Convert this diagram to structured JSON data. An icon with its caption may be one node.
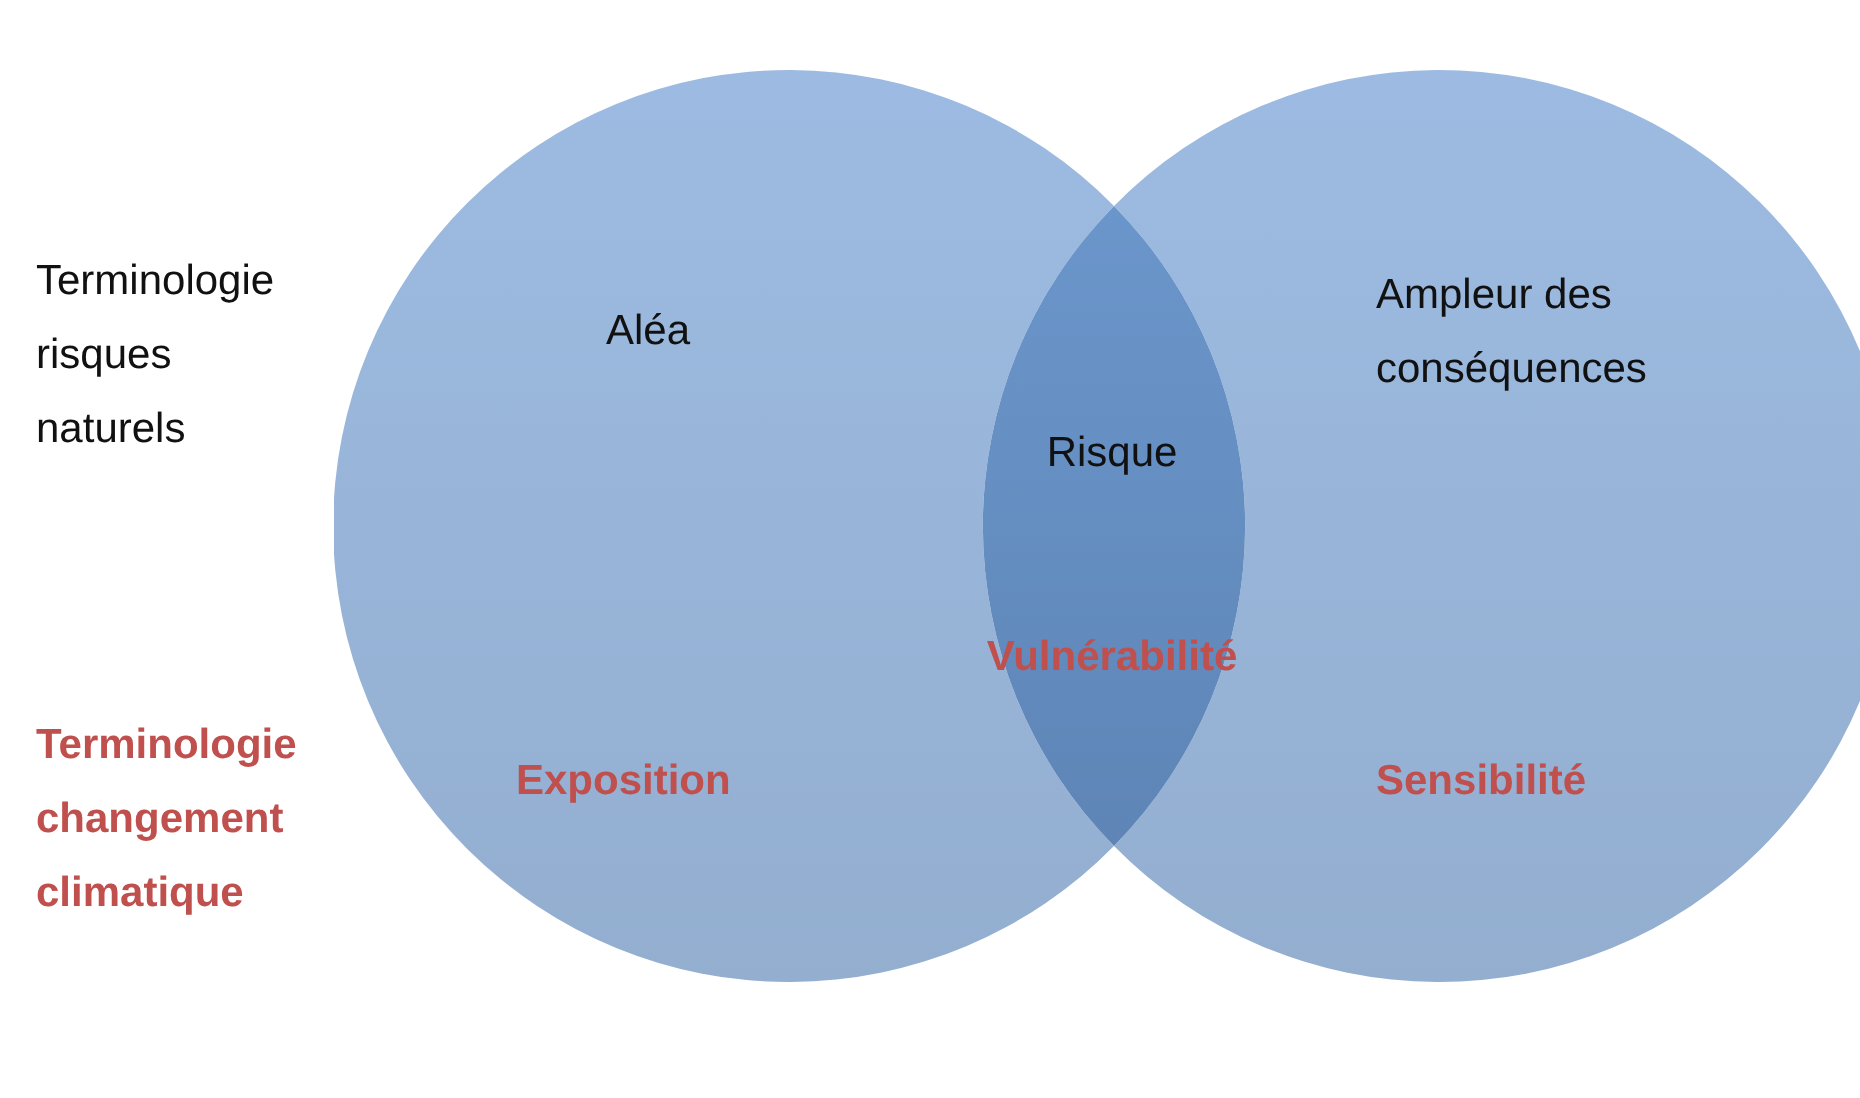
{
  "diagram": {
    "nodes": [
      {
        "text": [
          "Aléa",
          "Exposition"
        ]
      },
      {
        "text": [
          "Ampleur des conséquences",
          "Sensibilité"
        ]
      },
      {
        "text": [
          "Risque",
          "Vulnérabilité"
        ]
      }
    ],
    "labels": [
      "Terminologie risques naturels",
      "Terminologie changement climatique"
    ]
  }
}
